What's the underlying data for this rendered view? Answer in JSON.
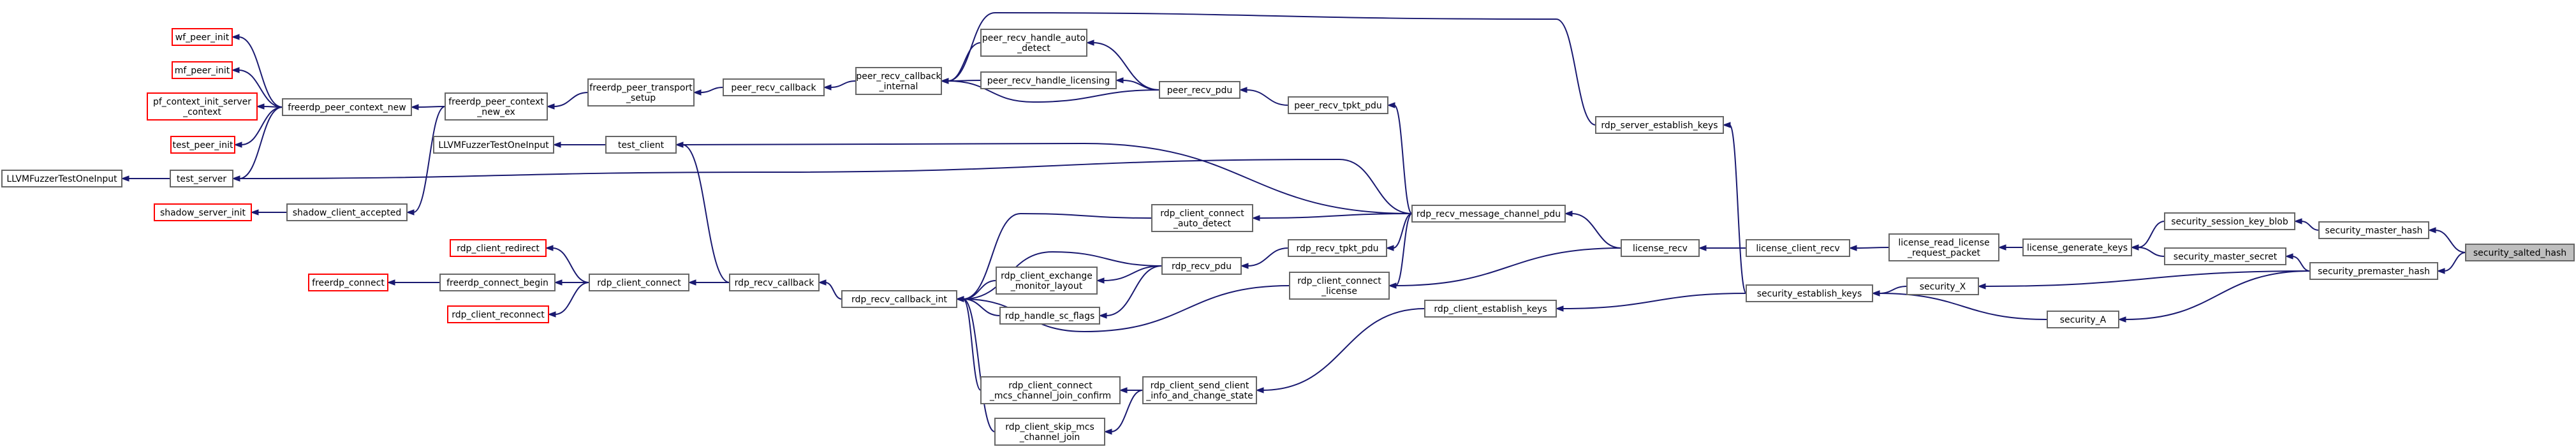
{
  "graph": {
    "kind": "call-graph",
    "colors": {
      "edge": "#191970",
      "box_border": "#666666",
      "red_border": "#ff0000",
      "root_fill": "#bfbfbf"
    },
    "nodes": [
      {
        "id": "LLVMFuzzerTestOneInput_a",
        "lines": [
          "LLVMFuzzerTestOneInput"
        ],
        "style": "normal"
      },
      {
        "id": "test_server",
        "lines": [
          "test_server"
        ],
        "style": "normal"
      },
      {
        "id": "wf_peer_init",
        "lines": [
          "wf_peer_init"
        ],
        "style": "red"
      },
      {
        "id": "mf_peer_init",
        "lines": [
          "mf_peer_init"
        ],
        "style": "red"
      },
      {
        "id": "pf_context_init_server_context",
        "lines": [
          "pf_context_init_server",
          "_context"
        ],
        "style": "red"
      },
      {
        "id": "test_peer_init",
        "lines": [
          "test_peer_init"
        ],
        "style": "red"
      },
      {
        "id": "freerdp_peer_context_new",
        "lines": [
          "freerdp_peer_context_new"
        ],
        "style": "normal"
      },
      {
        "id": "shadow_server_init",
        "lines": [
          "shadow_server_init"
        ],
        "style": "red"
      },
      {
        "id": "shadow_client_accepted",
        "lines": [
          "shadow_client_accepted"
        ],
        "style": "normal"
      },
      {
        "id": "freerdp_peer_context_new_ex",
        "lines": [
          "freerdp_peer_context",
          "_new_ex"
        ],
        "style": "normal"
      },
      {
        "id": "LLVMFuzzerTestOneInput_b",
        "lines": [
          "LLVMFuzzerTestOneInput"
        ],
        "style": "normal"
      },
      {
        "id": "freerdp_peer_transport_setup",
        "lines": [
          "freerdp_peer_transport",
          "_setup"
        ],
        "style": "normal"
      },
      {
        "id": "test_client",
        "lines": [
          "test_client"
        ],
        "style": "normal"
      },
      {
        "id": "peer_recv_callback",
        "lines": [
          "peer_recv_callback"
        ],
        "style": "normal"
      },
      {
        "id": "peer_recv_callback_internal",
        "lines": [
          "peer_recv_callback",
          "_internal"
        ],
        "style": "normal"
      },
      {
        "id": "peer_recv_handle_auto_detect",
        "lines": [
          "peer_recv_handle_auto",
          "_detect"
        ],
        "style": "normal"
      },
      {
        "id": "peer_recv_handle_licensing",
        "lines": [
          "peer_recv_handle_licensing"
        ],
        "style": "normal"
      },
      {
        "id": "peer_recv_pdu",
        "lines": [
          "peer_recv_pdu"
        ],
        "style": "normal"
      },
      {
        "id": "peer_recv_tpkt_pdu",
        "lines": [
          "peer_recv_tpkt_pdu"
        ],
        "style": "normal"
      },
      {
        "id": "rdp_client_redirect",
        "lines": [
          "rdp_client_redirect"
        ],
        "style": "red"
      },
      {
        "id": "freerdp_connect",
        "lines": [
          "freerdp_connect"
        ],
        "style": "red"
      },
      {
        "id": "freerdp_connect_begin",
        "lines": [
          "freerdp_connect_begin"
        ],
        "style": "normal"
      },
      {
        "id": "rdp_client_reconnect",
        "lines": [
          "rdp_client_reconnect"
        ],
        "style": "red"
      },
      {
        "id": "rdp_client_connect",
        "lines": [
          "rdp_client_connect"
        ],
        "style": "normal"
      },
      {
        "id": "rdp_recv_callback",
        "lines": [
          "rdp_recv_callback"
        ],
        "style": "normal"
      },
      {
        "id": "rdp_recv_callback_int",
        "lines": [
          "rdp_recv_callback_int"
        ],
        "style": "normal"
      },
      {
        "id": "rdp_client_connect_auto_detect",
        "lines": [
          "rdp_client_connect",
          "_auto_detect"
        ],
        "style": "normal"
      },
      {
        "id": "rdp_client_exchange_monitor_layout",
        "lines": [
          "rdp_client_exchange",
          "_monitor_layout"
        ],
        "style": "normal"
      },
      {
        "id": "rdp_handle_sc_flags",
        "lines": [
          "rdp_handle_sc_flags"
        ],
        "style": "normal"
      },
      {
        "id": "rdp_recv_pdu",
        "lines": [
          "rdp_recv_pdu"
        ],
        "style": "normal"
      },
      {
        "id": "rdp_recv_tpkt_pdu",
        "lines": [
          "rdp_recv_tpkt_pdu"
        ],
        "style": "normal"
      },
      {
        "id": "rdp_client_connect_license",
        "lines": [
          "rdp_client_connect",
          "_license"
        ],
        "style": "normal"
      },
      {
        "id": "rdp_client_connect_mcs_channel_join_confirm",
        "lines": [
          "rdp_client_connect",
          "_mcs_channel_join_confirm"
        ],
        "style": "normal"
      },
      {
        "id": "rdp_client_skip_mcs_channel_join",
        "lines": [
          "rdp_client_skip_mcs",
          "_channel_join"
        ],
        "style": "normal"
      },
      {
        "id": "rdp_client_send_client_info_and_change_state",
        "lines": [
          "rdp_client_send_client",
          "_info_and_change_state"
        ],
        "style": "normal"
      },
      {
        "id": "rdp_recv_message_channel_pdu",
        "lines": [
          "rdp_recv_message_channel_pdu"
        ],
        "style": "normal"
      },
      {
        "id": "rdp_client_establish_keys",
        "lines": [
          "rdp_client_establish_keys"
        ],
        "style": "normal"
      },
      {
        "id": "rdp_server_establish_keys",
        "lines": [
          "rdp_server_establish_keys"
        ],
        "style": "normal"
      },
      {
        "id": "license_recv",
        "lines": [
          "license_recv"
        ],
        "style": "normal"
      },
      {
        "id": "license_client_recv",
        "lines": [
          "license_client_recv"
        ],
        "style": "normal"
      },
      {
        "id": "security_establish_keys",
        "lines": [
          "security_establish_keys"
        ],
        "style": "normal"
      },
      {
        "id": "license_read_license_request_packet",
        "lines": [
          "license_read_license",
          "_request_packet"
        ],
        "style": "normal"
      },
      {
        "id": "license_generate_keys",
        "lines": [
          "license_generate_keys"
        ],
        "style": "normal"
      },
      {
        "id": "security_X",
        "lines": [
          "security_X"
        ],
        "style": "normal"
      },
      {
        "id": "security_A",
        "lines": [
          "security_A"
        ],
        "style": "normal"
      },
      {
        "id": "security_session_key_blob",
        "lines": [
          "security_session_key_blob"
        ],
        "style": "normal"
      },
      {
        "id": "security_master_secret",
        "lines": [
          "security_master_secret"
        ],
        "style": "normal"
      },
      {
        "id": "security_master_hash",
        "lines": [
          "security_master_hash"
        ],
        "style": "normal"
      },
      {
        "id": "security_premaster_hash",
        "lines": [
          "security_premaster_hash"
        ],
        "style": "normal"
      },
      {
        "id": "security_salted_hash",
        "lines": [
          "security_salted_hash"
        ],
        "style": "root"
      }
    ],
    "edges": [
      [
        "test_server",
        "LLVMFuzzerTestOneInput_a"
      ],
      [
        "freerdp_peer_context_new",
        "test_server"
      ],
      [
        "freerdp_peer_context_new",
        "wf_peer_init"
      ],
      [
        "freerdp_peer_context_new",
        "mf_peer_init"
      ],
      [
        "freerdp_peer_context_new",
        "pf_context_init_server_context"
      ],
      [
        "freerdp_peer_context_new",
        "test_peer_init"
      ],
      [
        "shadow_client_accepted",
        "shadow_server_init"
      ],
      [
        "freerdp_peer_context_new_ex",
        "freerdp_peer_context_new"
      ],
      [
        "freerdp_peer_context_new_ex",
        "shadow_client_accepted"
      ],
      [
        "freerdp_peer_transport_setup",
        "freerdp_peer_context_new_ex"
      ],
      [
        "test_client",
        "LLVMFuzzerTestOneInput_b"
      ],
      [
        "peer_recv_callback",
        "freerdp_peer_transport_setup"
      ],
      [
        "peer_recv_callback_internal",
        "peer_recv_callback"
      ],
      [
        "peer_recv_handle_auto_detect",
        "peer_recv_callback_internal"
      ],
      [
        "peer_recv_handle_licensing",
        "peer_recv_callback_internal"
      ],
      [
        "peer_recv_pdu",
        "peer_recv_callback_internal"
      ],
      [
        "peer_recv_pdu",
        "peer_recv_handle_auto_detect"
      ],
      [
        "peer_recv_pdu",
        "peer_recv_handle_licensing"
      ],
      [
        "peer_recv_tpkt_pdu",
        "peer_recv_pdu"
      ],
      [
        "freerdp_connect_begin",
        "freerdp_connect"
      ],
      [
        "rdp_client_connect",
        "rdp_client_redirect"
      ],
      [
        "rdp_client_connect",
        "freerdp_connect_begin"
      ],
      [
        "rdp_client_connect",
        "rdp_client_reconnect"
      ],
      [
        "rdp_recv_callback",
        "rdp_client_connect"
      ],
      [
        "rdp_recv_callback",
        "test_client"
      ],
      [
        "rdp_recv_callback_int",
        "rdp_recv_callback"
      ],
      [
        "rdp_client_connect_auto_detect",
        "rdp_recv_callback_int"
      ],
      [
        "rdp_client_exchange_monitor_layout",
        "rdp_recv_callback_int"
      ],
      [
        "rdp_handle_sc_flags",
        "rdp_recv_callback_int"
      ],
      [
        "rdp_recv_pdu",
        "rdp_recv_callback_int"
      ],
      [
        "rdp_recv_pdu",
        "rdp_client_exchange_monitor_layout"
      ],
      [
        "rdp_recv_pdu",
        "rdp_handle_sc_flags"
      ],
      [
        "rdp_recv_tpkt_pdu",
        "rdp_recv_pdu"
      ],
      [
        "rdp_client_connect_license",
        "rdp_recv_callback_int"
      ],
      [
        "rdp_client_connect_mcs_channel_join_confirm",
        "rdp_recv_callback_int"
      ],
      [
        "rdp_client_skip_mcs_channel_join",
        "rdp_recv_callback_int"
      ],
      [
        "rdp_client_send_client_info_and_change_state",
        "rdp_client_connect_mcs_channel_join_confirm"
      ],
      [
        "rdp_client_send_client_info_and_change_state",
        "rdp_client_skip_mcs_channel_join"
      ],
      [
        "rdp_recv_message_channel_pdu",
        "test_server"
      ],
      [
        "rdp_recv_message_channel_pdu",
        "test_client"
      ],
      [
        "rdp_recv_message_channel_pdu",
        "peer_recv_tpkt_pdu"
      ],
      [
        "rdp_recv_message_channel_pdu",
        "rdp_client_connect_auto_detect"
      ],
      [
        "rdp_recv_message_channel_pdu",
        "rdp_recv_tpkt_pdu"
      ],
      [
        "rdp_recv_message_channel_pdu",
        "rdp_client_connect_license"
      ],
      [
        "rdp_client_establish_keys",
        "rdp_client_send_client_info_and_change_state"
      ],
      [
        "rdp_server_establish_keys",
        "peer_recv_callback_internal"
      ],
      [
        "license_recv",
        "rdp_recv_message_channel_pdu"
      ],
      [
        "license_recv",
        "rdp_client_connect_license"
      ],
      [
        "license_client_recv",
        "license_recv"
      ],
      [
        "security_establish_keys",
        "rdp_server_establish_keys"
      ],
      [
        "security_establish_keys",
        "rdp_client_establish_keys"
      ],
      [
        "license_read_license_request_packet",
        "license_client_recv"
      ],
      [
        "license_generate_keys",
        "license_read_license_request_packet"
      ],
      [
        "security_X",
        "security_establish_keys"
      ],
      [
        "security_A",
        "security_establish_keys"
      ],
      [
        "security_session_key_blob",
        "license_generate_keys"
      ],
      [
        "security_master_secret",
        "license_generate_keys"
      ],
      [
        "security_master_hash",
        "security_session_key_blob"
      ],
      [
        "security_premaster_hash",
        "security_master_secret"
      ],
      [
        "security_premaster_hash",
        "security_X"
      ],
      [
        "security_premaster_hash",
        "security_A"
      ],
      [
        "security_salted_hash",
        "security_master_hash"
      ],
      [
        "security_salted_hash",
        "security_premaster_hash"
      ]
    ]
  }
}
